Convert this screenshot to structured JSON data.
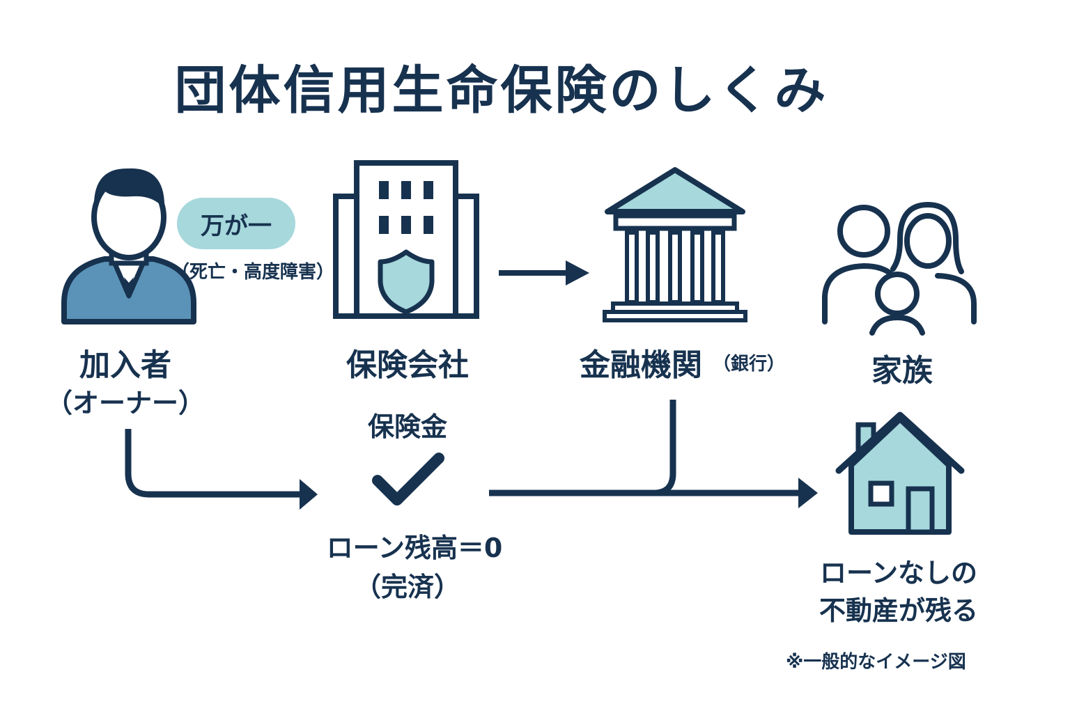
{
  "title": "団体信用生命保険のしくみ",
  "emergency_badge": "万が一",
  "emergency_detail": "（死亡・高度障害）",
  "nodes": {
    "member": {
      "label": "加入者",
      "sublabel": "（オーナー）"
    },
    "insurer": {
      "label": "保険会社"
    },
    "bank": {
      "label": "金融機関",
      "sublabel": "（銀行）"
    },
    "family": {
      "label": "家族"
    }
  },
  "payout_label": "保険金",
  "loan_zero": {
    "label": "ローン残高＝0",
    "sublabel": "（完済）"
  },
  "result": {
    "line1": "ローンなしの",
    "line2": "不動産が残る"
  },
  "footnote": "※一般的なイメージ図",
  "colors": {
    "navy": "#17324f",
    "teal": "#a6d8dc",
    "blue": "#5b93b8"
  },
  "icons": [
    "person-icon",
    "building-shield-icon",
    "bank-icon",
    "family-icon",
    "checkmark-icon",
    "house-icon"
  ]
}
